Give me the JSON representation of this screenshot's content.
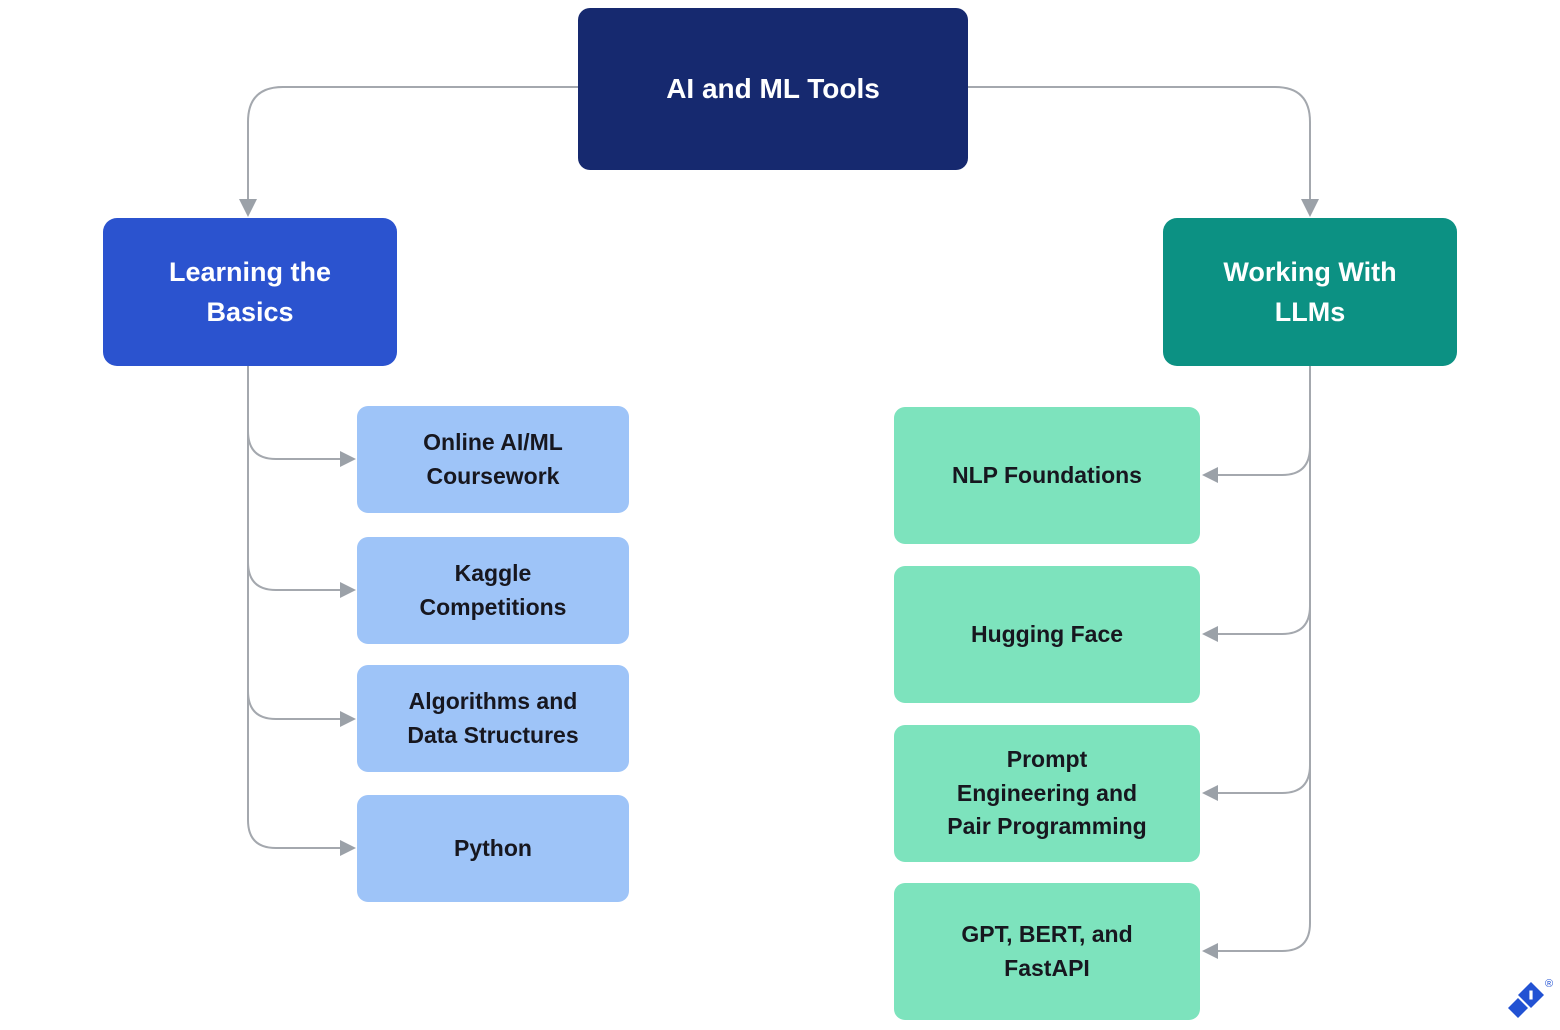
{
  "diagram": {
    "title": "AI and ML Tools flowchart",
    "root": {
      "label": "AI and ML Tools"
    },
    "left_branch": {
      "label": "Learning the\nBasics",
      "children": [
        {
          "label": "Online AI/ML\nCoursework"
        },
        {
          "label": "Kaggle\nCompetitions"
        },
        {
          "label": "Algorithms and\nData Structures"
        },
        {
          "label": "Python"
        }
      ]
    },
    "right_branch": {
      "label": "Working With\nLLMs",
      "children": [
        {
          "label": "NLP Foundations"
        },
        {
          "label": "Hugging Face"
        },
        {
          "label": "Prompt\nEngineering and\nPair Programming"
        },
        {
          "label": "GPT, BERT, and\nFastAPI"
        }
      ]
    },
    "logo": {
      "name": "toptal-logo-mark",
      "registered_symbol": "®"
    },
    "colors": {
      "root_box": "#16296f",
      "left_branch_box": "#2b53cf",
      "right_branch_box": "#0c9183",
      "left_child_box": "#9ec4f8",
      "right_child_box": "#7de3bd",
      "connector": "#a4a8ae",
      "arrowhead": "#9ba1a8",
      "dark_text": "#17171f",
      "logo_blue": "#2252d3"
    }
  }
}
